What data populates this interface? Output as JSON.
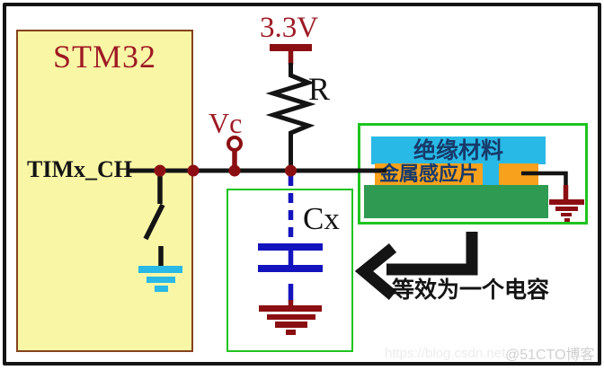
{
  "colors": {
    "frame": "#141414",
    "wire": "#141414",
    "mcu_fill": "#f9f7a6",
    "mcu_border": "#84421c",
    "label_red": "#9e1a24",
    "dark_red": "#8b0f12",
    "cyan": "#29b9e6",
    "orange": "#f7a11c",
    "pcb_green": "#2f9a52",
    "green_border": "#1fc41f",
    "blue": "#1414be",
    "sensor_text": "#173a6b",
    "watermark_faint": "#ececec",
    "watermark_gray": "#cfcfcf"
  },
  "mcu": {
    "title": "STM32",
    "pin_label": "TIMx_CH"
  },
  "power": {
    "rail_label": "3.3V",
    "resistor_label": "R"
  },
  "net": {
    "vc_label": "Vc",
    "capacitor_label": "Cx"
  },
  "sensor": {
    "insulation_label": "绝缘材料",
    "metal_label": "金属感应片"
  },
  "annotation": {
    "equivalent_label": "等效为一个电容"
  },
  "watermark": {
    "url": "https://blog.csdn.net",
    "handle": "@51CTO博客"
  }
}
